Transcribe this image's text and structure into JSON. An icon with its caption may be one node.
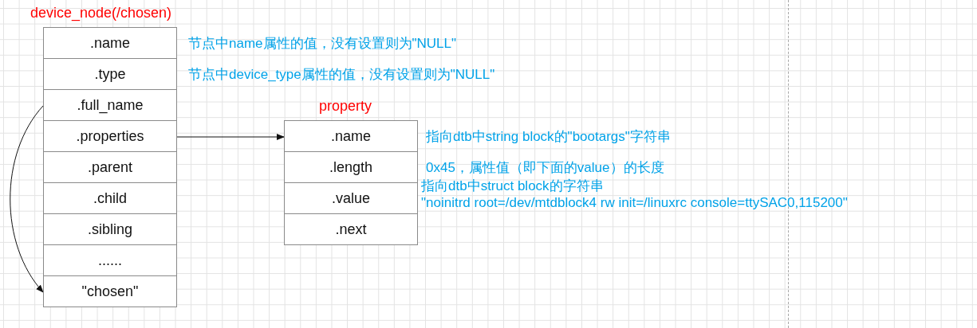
{
  "diagram": {
    "nodes": [
      {
        "text": [
          "device_node(/chosen)"
        ]
      },
      {
        "text": [
          ".name"
        ],
        "in": 0,
        "beside": [
          "节点中name属性的值，没有设置则为\"NULL\""
        ]
      },
      {
        "text": [
          ".type"
        ],
        "in": 0,
        "beside": [
          "节点中device_type属性的值，没有设置则为\"NULL\""
        ]
      },
      {
        "text": [
          ".full_name"
        ],
        "in": 0
      },
      {
        "text": [
          ".properties"
        ],
        "in": 0
      },
      {
        "text": [
          ".parent"
        ],
        "in": 0
      },
      {
        "text": [
          ".child"
        ],
        "in": 0
      },
      {
        "text": [
          ".sibling"
        ],
        "in": 0
      },
      {
        "text": [
          "......"
        ],
        "in": 0
      },
      {
        "text": [
          "\"chosen\""
        ],
        "in": 0
      },
      {
        "text": [
          "property"
        ]
      },
      {
        "text": [
          ".name"
        ],
        "in": 10,
        "beside": [
          "指向dtb中string block的\"bootargs\"字符串"
        ]
      },
      {
        "text": [
          ".length"
        ],
        "in": 10,
        "beside": [
          "0x45，属性值（即下面的value）的长度"
        ]
      },
      {
        "text": [
          ".value"
        ],
        "in": 10,
        "beside": [
          "指向dtb中struct block的字符串",
          "\"noinitrd root=/dev/mtdblock4 rw init=/linuxrc console=ttySAC0,115200\""
        ]
      },
      {
        "text": [
          ".next"
        ],
        "in": 10
      }
    ],
    "edges": [
      {
        "from": 4,
        "to": 11,
        "arrow": "to"
      },
      {
        "from": 3,
        "to": 9,
        "arrow": "to"
      }
    ]
  }
}
